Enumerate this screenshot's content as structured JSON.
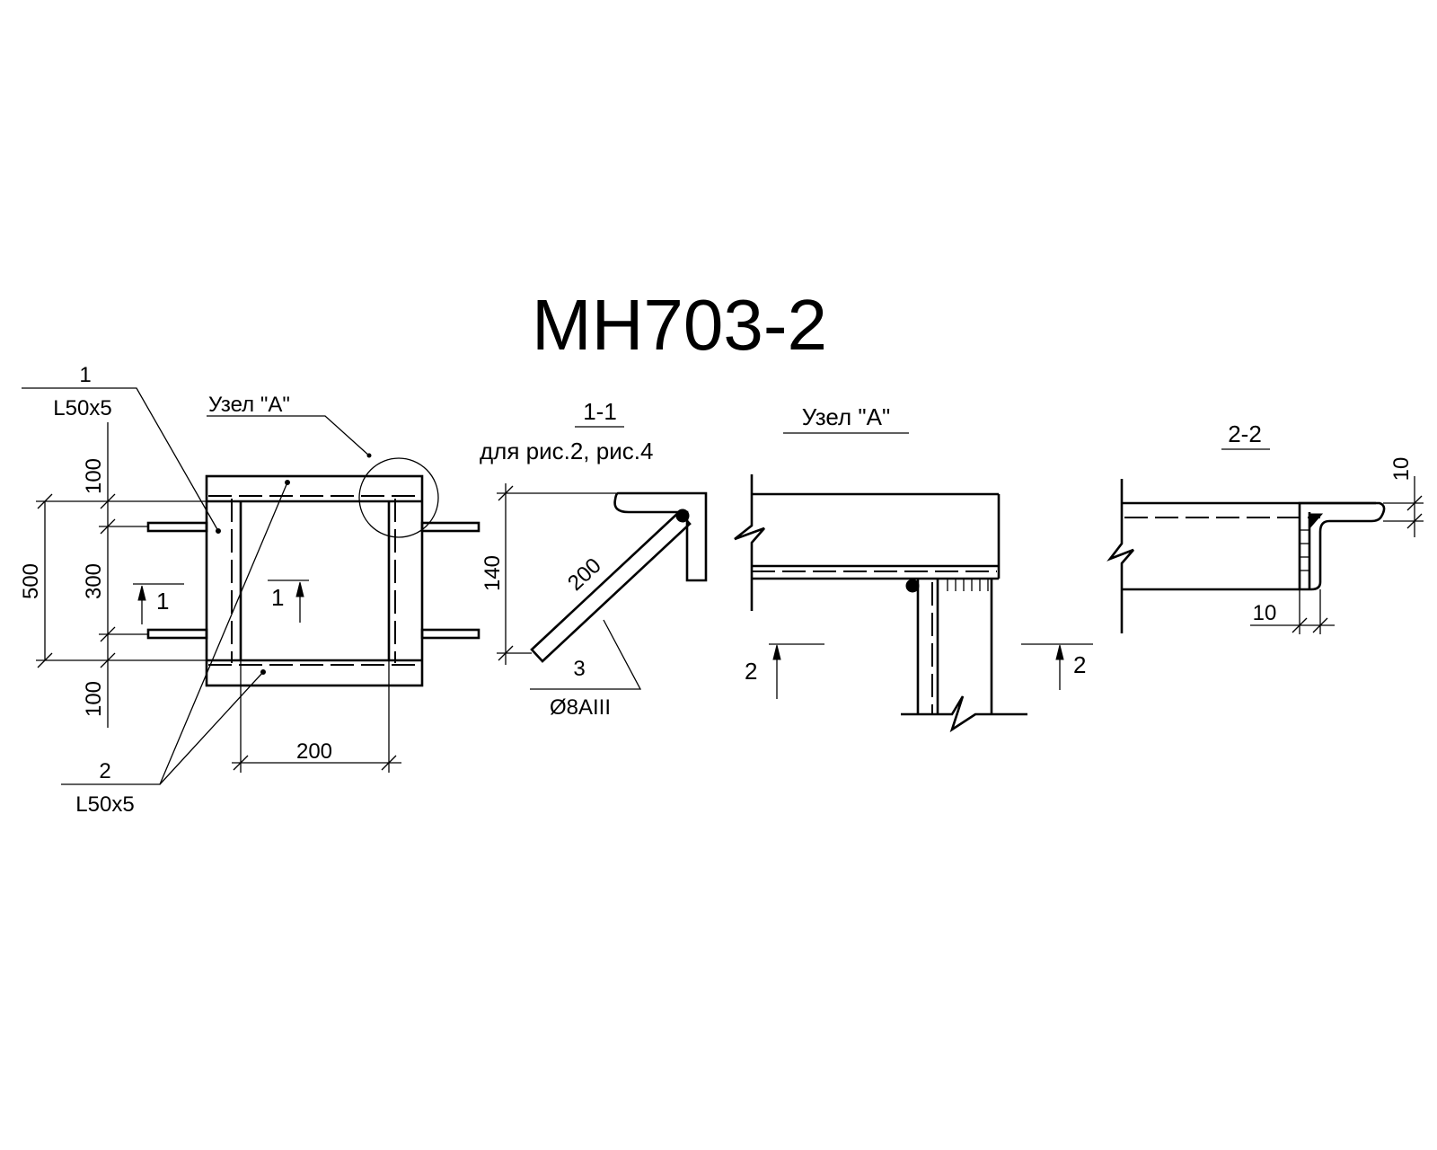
{
  "title": "МН703-2",
  "plan": {
    "pos1_number": "1",
    "pos1_profile": "L50x5",
    "pos2_number": "2",
    "pos2_profile": "L50x5",
    "node_label": "Узел \"А\"",
    "dim_top": "100",
    "dim_total": "500",
    "dim_middle": "300",
    "dim_bottom": "100",
    "dim_width": "200",
    "cut_left": "1",
    "cut_inner": "1"
  },
  "section_1_1": {
    "title": "1-1",
    "subtitle": "для рис.2, рис.4",
    "dim_height": "140",
    "dim_length": "200",
    "pos3_number": "3",
    "pos3_rebar": "Ø8АIII"
  },
  "node_a": {
    "title": "Узел \"А\"",
    "cut_left": "2",
    "cut_right": "2"
  },
  "section_2_2": {
    "title": "2-2",
    "dim_top": "10",
    "dim_bottom": "10"
  }
}
